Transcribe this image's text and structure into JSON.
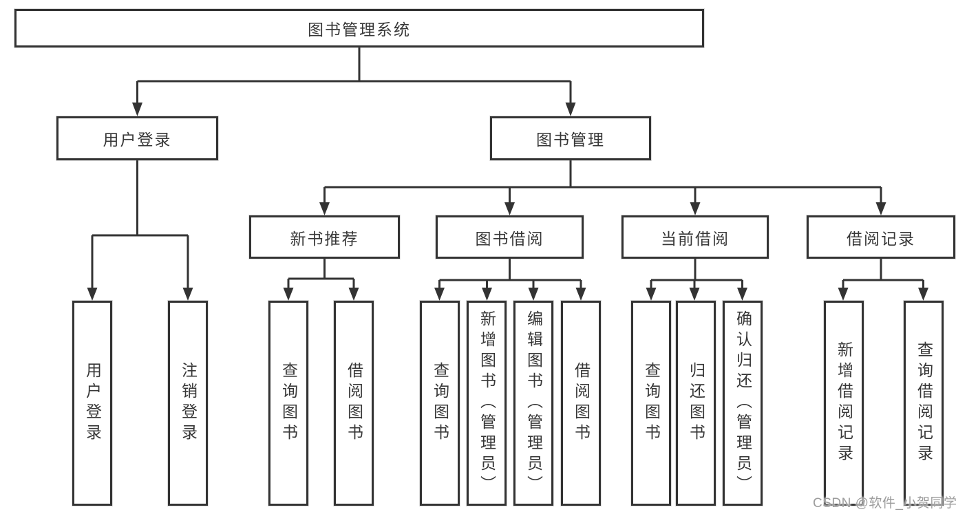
{
  "diagram": {
    "type": "hierarchy-chart",
    "colors": {
      "line": "#333333",
      "border": "#333333",
      "text": "#373737",
      "background": "#ffffff",
      "watermark": "#9c9c9c"
    },
    "tree": {
      "root": {
        "label": "图书管理系统",
        "children": [
          {
            "label": "用户登录",
            "children": [
              {
                "label": "用户登录"
              },
              {
                "label": "注销登录"
              }
            ]
          },
          {
            "label": "图书管理",
            "children": [
              {
                "label": "新书推荐",
                "children": [
                  {
                    "label": "查询图书"
                  },
                  {
                    "label": "借阅图书"
                  }
                ]
              },
              {
                "label": "图书借阅",
                "children": [
                  {
                    "label": "查询图书"
                  },
                  {
                    "label": "新增图书（管理员）"
                  },
                  {
                    "label": "编辑图书（管理员）"
                  },
                  {
                    "label": "借阅图书"
                  }
                ]
              },
              {
                "label": "当前借阅",
                "children": [
                  {
                    "label": "查询图书"
                  },
                  {
                    "label": "归还图书"
                  },
                  {
                    "label": "确认归还（管理员）"
                  }
                ]
              },
              {
                "label": "借阅记录",
                "children": [
                  {
                    "label": "新增借阅记录"
                  },
                  {
                    "label": "查询借阅记录"
                  }
                ]
              }
            ]
          }
        ]
      }
    }
  },
  "watermark": {
    "text": "CSDN @软件_小贺同学"
  }
}
